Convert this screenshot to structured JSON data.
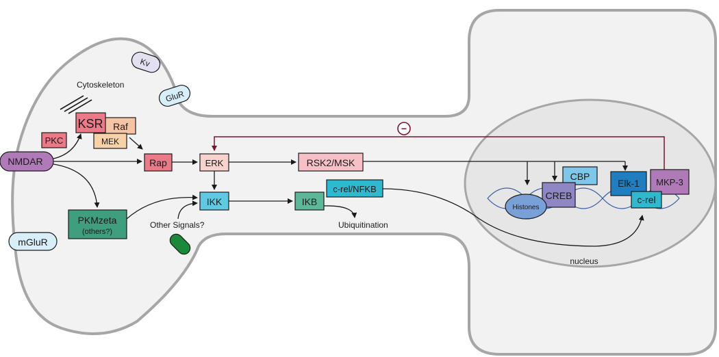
{
  "colors": {
    "cell_fill": "#f2f2f2",
    "membrane": "#a6a6a6",
    "nucleus_fill": "#e6e6e6",
    "inhibition": "#7a1530",
    "arrow": "#1a1a1a",
    "dna": "#3d5fa8"
  },
  "nodes": {
    "nmdar": "NMDAR",
    "pkc": "PKC",
    "ksr": "KSR",
    "raf": "Raf",
    "mek": "MEK",
    "rap": "Rap",
    "erk": "ERK",
    "rsk2": "RSK2/MSK",
    "ikk": "IKK",
    "ikb": "IKB",
    "crel_nfkb": "c-rel/NFKB",
    "pkmzeta": "PKMzeta",
    "pkmzeta_sub": "(others?)",
    "cbp": "CBP",
    "creb": "CREB",
    "histones": "Histones",
    "elk1": "Elk-1",
    "mkp3": "MKP-3",
    "crel": "c-rel"
  },
  "receptors": {
    "kv": "Kv",
    "glur": "GluR",
    "mglur": "mGluR"
  },
  "labels": {
    "cytoskeleton": "Cytoskeleton",
    "other_signals": "Other Signals?",
    "ubiquitination": "Ubiquitination",
    "nucleus": "nucleus",
    "inhibit_symbol": "−"
  }
}
